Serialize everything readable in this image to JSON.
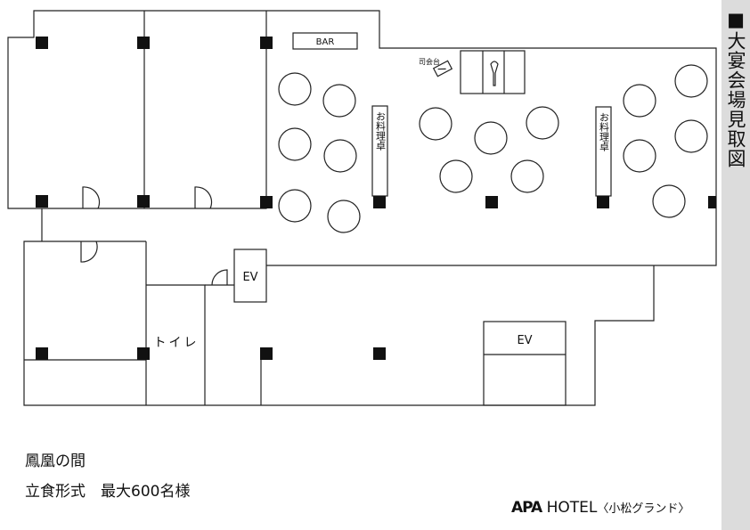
{
  "sidebar": {
    "title": "■大宴会場見取図"
  },
  "labels": {
    "bar": "BAR",
    "mc_stand": "司会台",
    "ev": "EV",
    "toilet": "トイレ",
    "buffet_table": "お料理卓"
  },
  "hall": {
    "name": "鳳凰の間",
    "capacity": "立食形式　最大600名様"
  },
  "logo": {
    "brand": "APA",
    "hotel": "HOTEL",
    "sub": "〈小松グランド〉"
  }
}
